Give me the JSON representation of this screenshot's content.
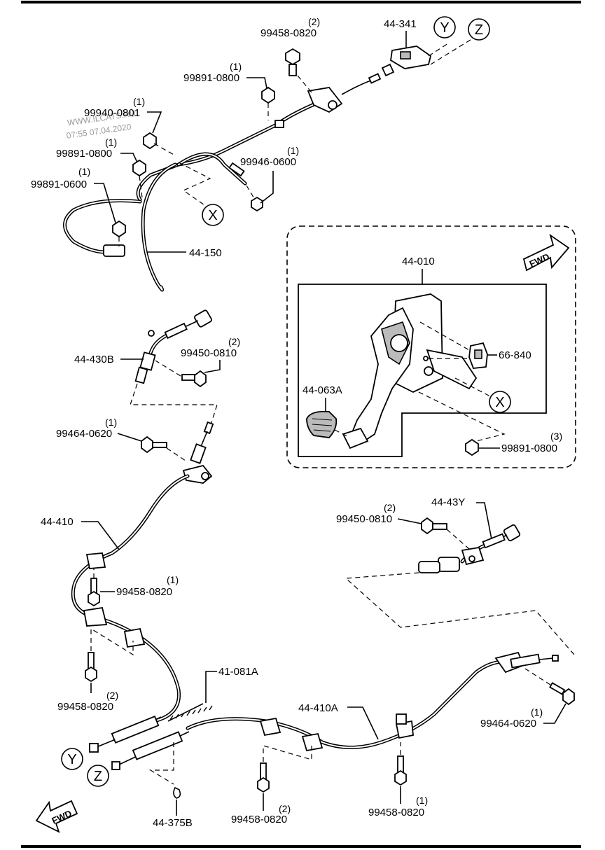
{
  "watermark": {
    "line1": "WWW.ILCATS.RU",
    "line2": "07:55 07.04.2020"
  },
  "callouts": {
    "x": "X",
    "y": "Y",
    "z": "Z"
  },
  "labels": {
    "p44_341": "44-341",
    "p99458_0820_a": "99458-0820",
    "q_a": "(2)",
    "p99891_0800_a": "99891-0800",
    "q_b": "(1)",
    "p99940_0801": "99940-0801",
    "q_c": "(1)",
    "p99891_0800_b": "99891-0800",
    "q_d": "(1)",
    "p99891_0600": "99891-0600",
    "q_e": "(1)",
    "p99946_0600": "99946-0600",
    "q_f": "(1)",
    "p44_150": "44-150",
    "p44_430B": "44-430B",
    "p99450_0810_a": "99450-0810",
    "q_g": "(2)",
    "p99464_0620_a": "99464-0620",
    "q_h": "(1)",
    "p44_410": "44-410",
    "p99458_0820_b": "99458-0820",
    "q_i": "(1)",
    "p99458_0820_c": "99458-0820",
    "q_j": "(2)",
    "p41_081A": "41-081A",
    "p44_375B": "44-375B",
    "p99458_0820_d": "99458-0820",
    "q_k": "(2)",
    "p44_410A": "44-410A",
    "p99458_0820_e": "99458-0820",
    "q_l": "(1)",
    "p99464_0620_b": "99464-0620",
    "q_m": "(1)",
    "p44_43Y": "44-43Y",
    "p99450_0810_b": "99450-0810",
    "q_n": "(2)",
    "p44_010": "44-010",
    "p66_840": "66-840",
    "p44_063A": "44-063A",
    "p99891_0800_c": "99891-0800",
    "q_o": "(3)"
  },
  "fwd": {
    "top": "FWD",
    "bottom": "FWD"
  }
}
